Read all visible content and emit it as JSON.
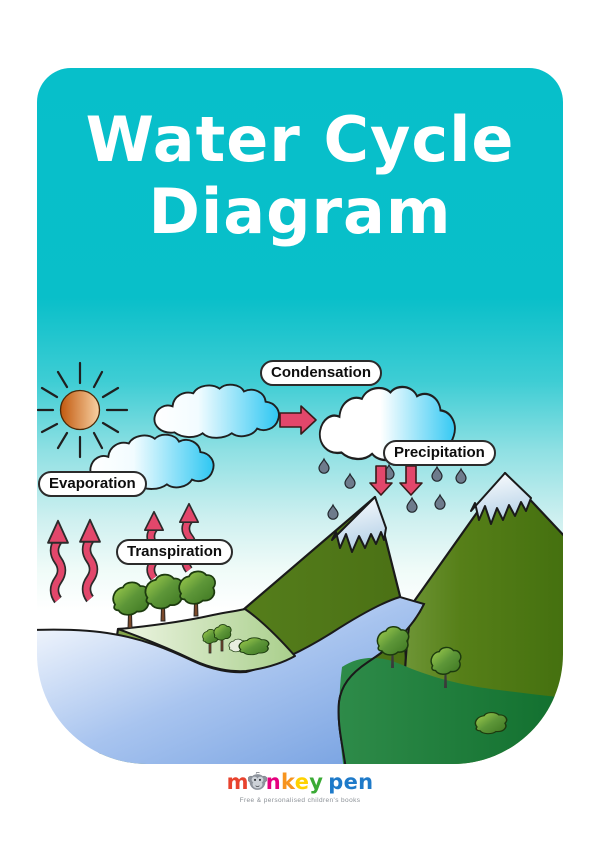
{
  "poster": {
    "title": {
      "line1": "Water Cycle",
      "line2": "Diagram"
    },
    "labels": {
      "condensation": "Condensation",
      "evaporation": "Evaporation",
      "precipitation": "Precipitation",
      "transpiration": "Transpiration"
    },
    "palette": {
      "card_teal": "#09bfc9",
      "sky_fade_light": "#cff0f0",
      "label_background": "#ffffff",
      "label_border": "#2b2b2b",
      "arrow_red": "#e2476b",
      "sun_orange": "#c95f10",
      "cloud_cyan": "#2ec7f2",
      "mountain_green": "#567f1c",
      "foreground_green": "#1d7c36",
      "snow_blue": "#b7d2e8",
      "water_blue": "#6f9cdf",
      "raindrop_gray": "#6e7b8c",
      "land_light_green": "#a9cf8b",
      "tree_trunk_brown": "#7b4a2b"
    }
  },
  "icons": {
    "sun": "sun-icon",
    "cloud": "cloud-icon",
    "rain_cloud": "rain-cloud-icon",
    "raindrop": "raindrop-icon",
    "up_arrow": "up-arrow-icon",
    "right_arrow": "right-arrow-icon",
    "down_arrow": "down-arrow-icon",
    "mountain": "mountain-icon",
    "snow_cap": "snow-cap-icon",
    "tree": "tree-icon",
    "bush": "bush-icon",
    "river": "river-icon",
    "lake": "lake-icon",
    "monkey_head": "monkey-head-icon"
  },
  "footer": {
    "brand": {
      "m": "m",
      "n": "n",
      "k": "k",
      "e": "e",
      "y": "y",
      "pen": "pen"
    },
    "brand_colors": {
      "m": "#e8432e",
      "n": "#e5007e",
      "k": "#f7941e",
      "e": "#ffd200",
      "y": "#3aaa35",
      "pen": "#1e7ac9"
    },
    "tagline": "Free & personalised children's books"
  }
}
